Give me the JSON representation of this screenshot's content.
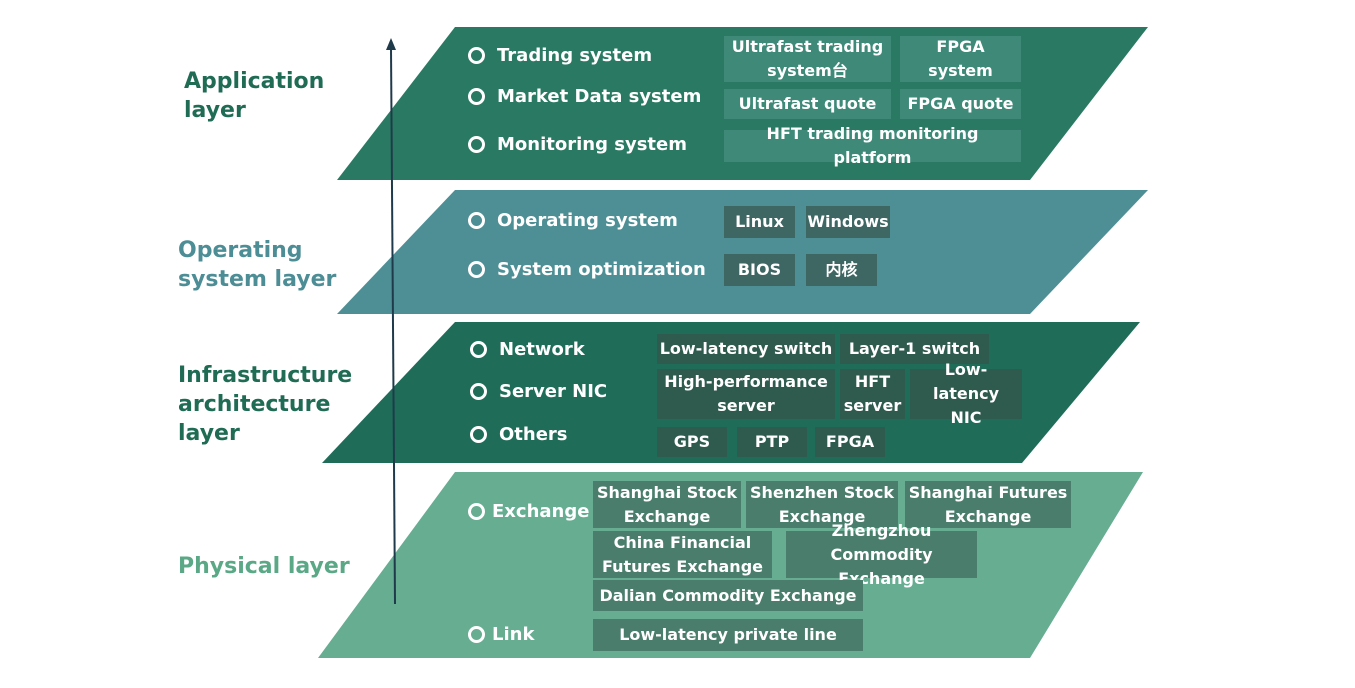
{
  "colors": {
    "application": "#2a7a63",
    "operating": "#4e8f95",
    "infrastructure": "#1f6d59",
    "physical": "#66ad92",
    "label_application": "#1f6b54",
    "label_operating": "#4d8d95",
    "label_infrastructure": "#1f6b54",
    "label_physical": "#5aa886"
  },
  "layers": {
    "application": {
      "label": "Application\nlayer",
      "items": [
        "Trading system",
        "Market Data system",
        "Monitoring system"
      ],
      "boxes": [
        "Ultrafast trading\nsystem台",
        "FPGA system",
        "Ultrafast quote",
        "FPGA quote",
        "HFT trading monitoring platform"
      ]
    },
    "operating": {
      "label": "Operating\nsystem layer",
      "items": [
        "Operating system",
        "System optimization"
      ],
      "boxes": [
        "Linux",
        "Windows",
        "BIOS",
        "内核"
      ]
    },
    "infrastructure": {
      "label": "Infrastructure\narchitecture\nlayer",
      "items": [
        "Network",
        "Server NIC",
        "Others"
      ],
      "boxes": [
        "Low-latency switch",
        "Layer-1 switch",
        "High-performance\nserver",
        "HFT\nserver",
        "Low-latency\nNIC",
        "GPS",
        "PTP",
        "FPGA"
      ]
    },
    "physical": {
      "label": "Physical layer",
      "items": [
        "Exchange",
        "Link"
      ],
      "boxes": [
        "Shanghai Stock\nExchange",
        "Shenzhen Stock\nExchange",
        "Shanghai Futures\nExchange",
        "China Financial\nFutures Exchange",
        "Zhengzhou Commodity\nExchange",
        "Dalian Commodity Exchange",
        "Low-latency private line"
      ]
    }
  }
}
